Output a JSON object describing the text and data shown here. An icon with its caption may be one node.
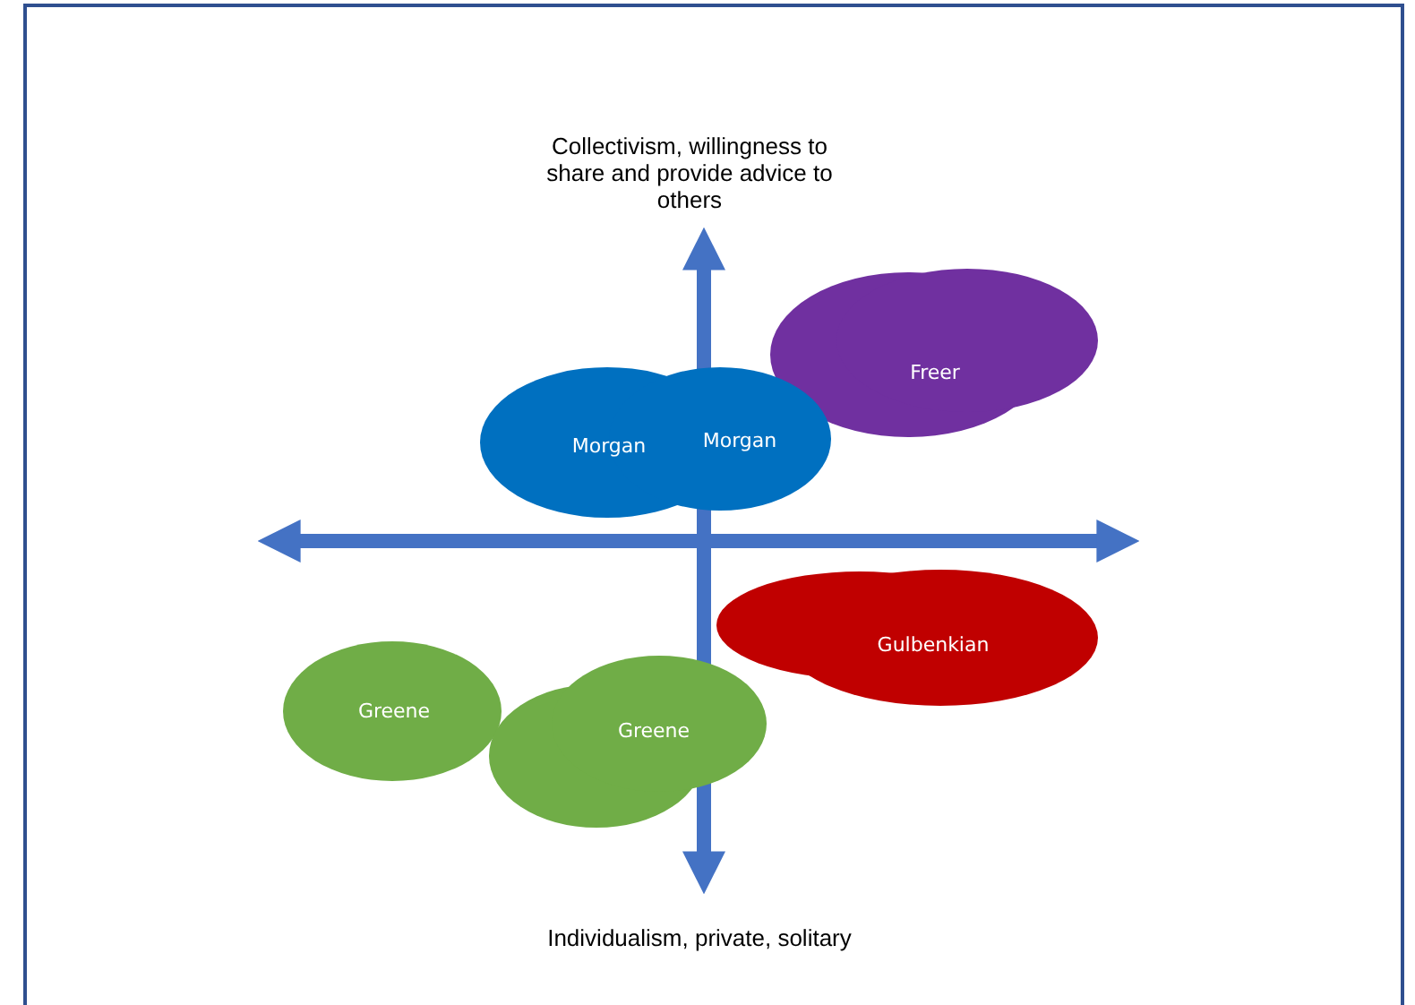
{
  "diagram": {
    "nodes": [
      {
        "text": [
          "Freer"
        ]
      },
      {
        "text": [
          "Morgan",
          "Morgan"
        ]
      },
      {
        "text": [
          "Gulbenkian"
        ]
      },
      {
        "text": [
          "Greene"
        ]
      },
      {
        "text": [
          "Greene"
        ]
      }
    ],
    "labels": [
      "Collectivism, willingness to share and provide advice to others",
      "Individualism, private, solitary"
    ]
  }
}
